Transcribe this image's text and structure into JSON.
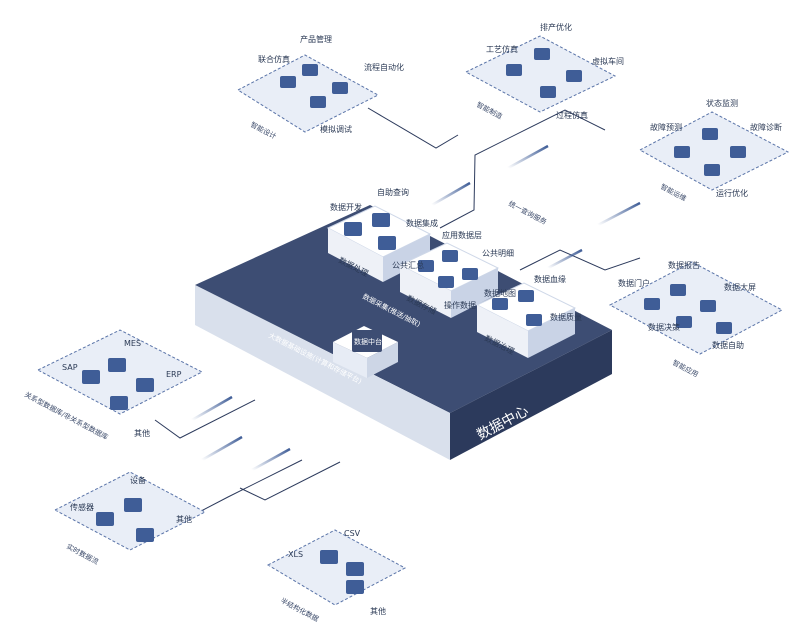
{
  "center": {
    "title": "数据中心",
    "platform": "大数据基础设施(计算和存储平台)",
    "collect": "数据采集(推送/抽取)",
    "mid": "数据中台",
    "shared": "统一查询服务"
  },
  "blocks": {
    "processing": {
      "label": "数据处理",
      "items": [
        "数据开发",
        "自助查询",
        "数据集成"
      ]
    },
    "storage": {
      "label": "数据存储",
      "items": [
        "公共汇总",
        "应用数据层",
        "公共明细",
        "操作数据"
      ]
    },
    "governance": {
      "label": "数据治理",
      "items": [
        "数据地图",
        "数据血缘",
        "数据质量"
      ]
    }
  },
  "clusters": {
    "sys": {
      "caption": "关系型数据库/非关系型数据库",
      "items": [
        "SAP",
        "MES",
        "ERP",
        "其他"
      ]
    },
    "rt": {
      "caption": "实时数据流",
      "items": [
        "传感器",
        "设备",
        "其他"
      ]
    },
    "semi": {
      "caption": "半结构化数据",
      "items": [
        "XLS",
        "CSV",
        "其他"
      ]
    },
    "design": {
      "caption": "智能设计",
      "items": [
        "联合仿真",
        "产品管理",
        "流程自动化",
        "模拟调试"
      ]
    },
    "mfg": {
      "caption": "智能制造",
      "items": [
        "工艺仿真",
        "排产优化",
        "虚拟车间",
        "过程仿真"
      ]
    },
    "ops": {
      "caption": "智能运维",
      "items": [
        "故障预测",
        "状态监测",
        "故障诊断",
        "运行优化"
      ]
    },
    "app": {
      "caption": "智能应用",
      "items": [
        "数据门户",
        "数据报告",
        "数据大屏",
        "数据决策",
        "数据自助"
      ]
    }
  },
  "colors": {
    "navy": "#3d4d73",
    "navyDark": "#2c3a5c",
    "side": "#d9e0ec",
    "tile": "#3f5d97",
    "dash": "#5a74a8"
  }
}
